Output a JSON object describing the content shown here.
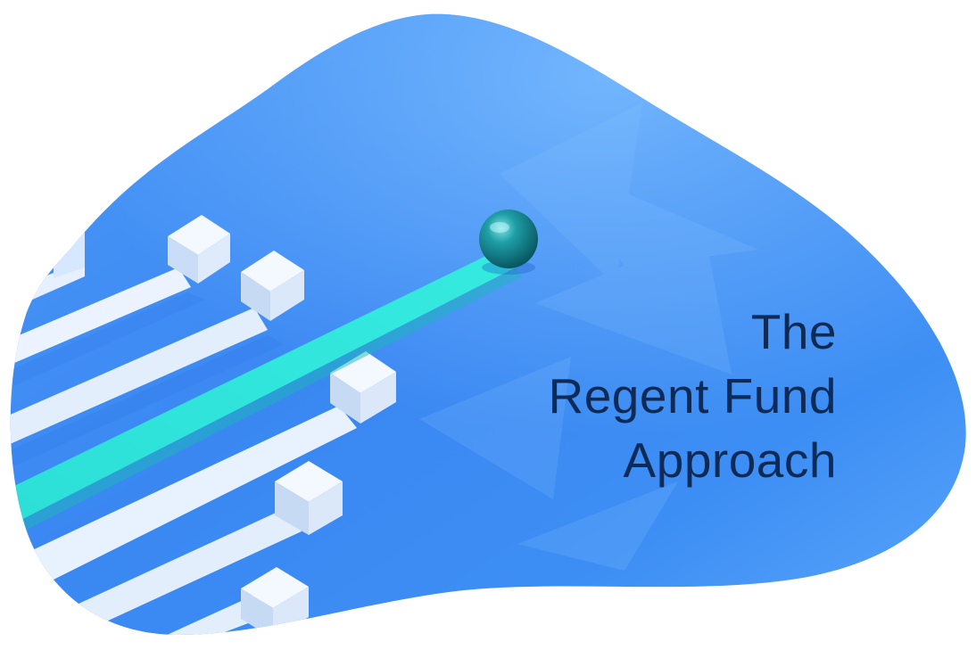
{
  "headline": {
    "line1": "The",
    "line2": "Regent Fund",
    "line3": "Approach"
  },
  "colors": {
    "blob_light": "#67b3ff",
    "blob_mid": "#3f8ef5",
    "blob_deep": "#2f7ef0",
    "bar_white": "#eaf3ff",
    "highlight_bar": "#2ee6df",
    "sphere": "#0b7c86",
    "text": "#0e2a57"
  }
}
